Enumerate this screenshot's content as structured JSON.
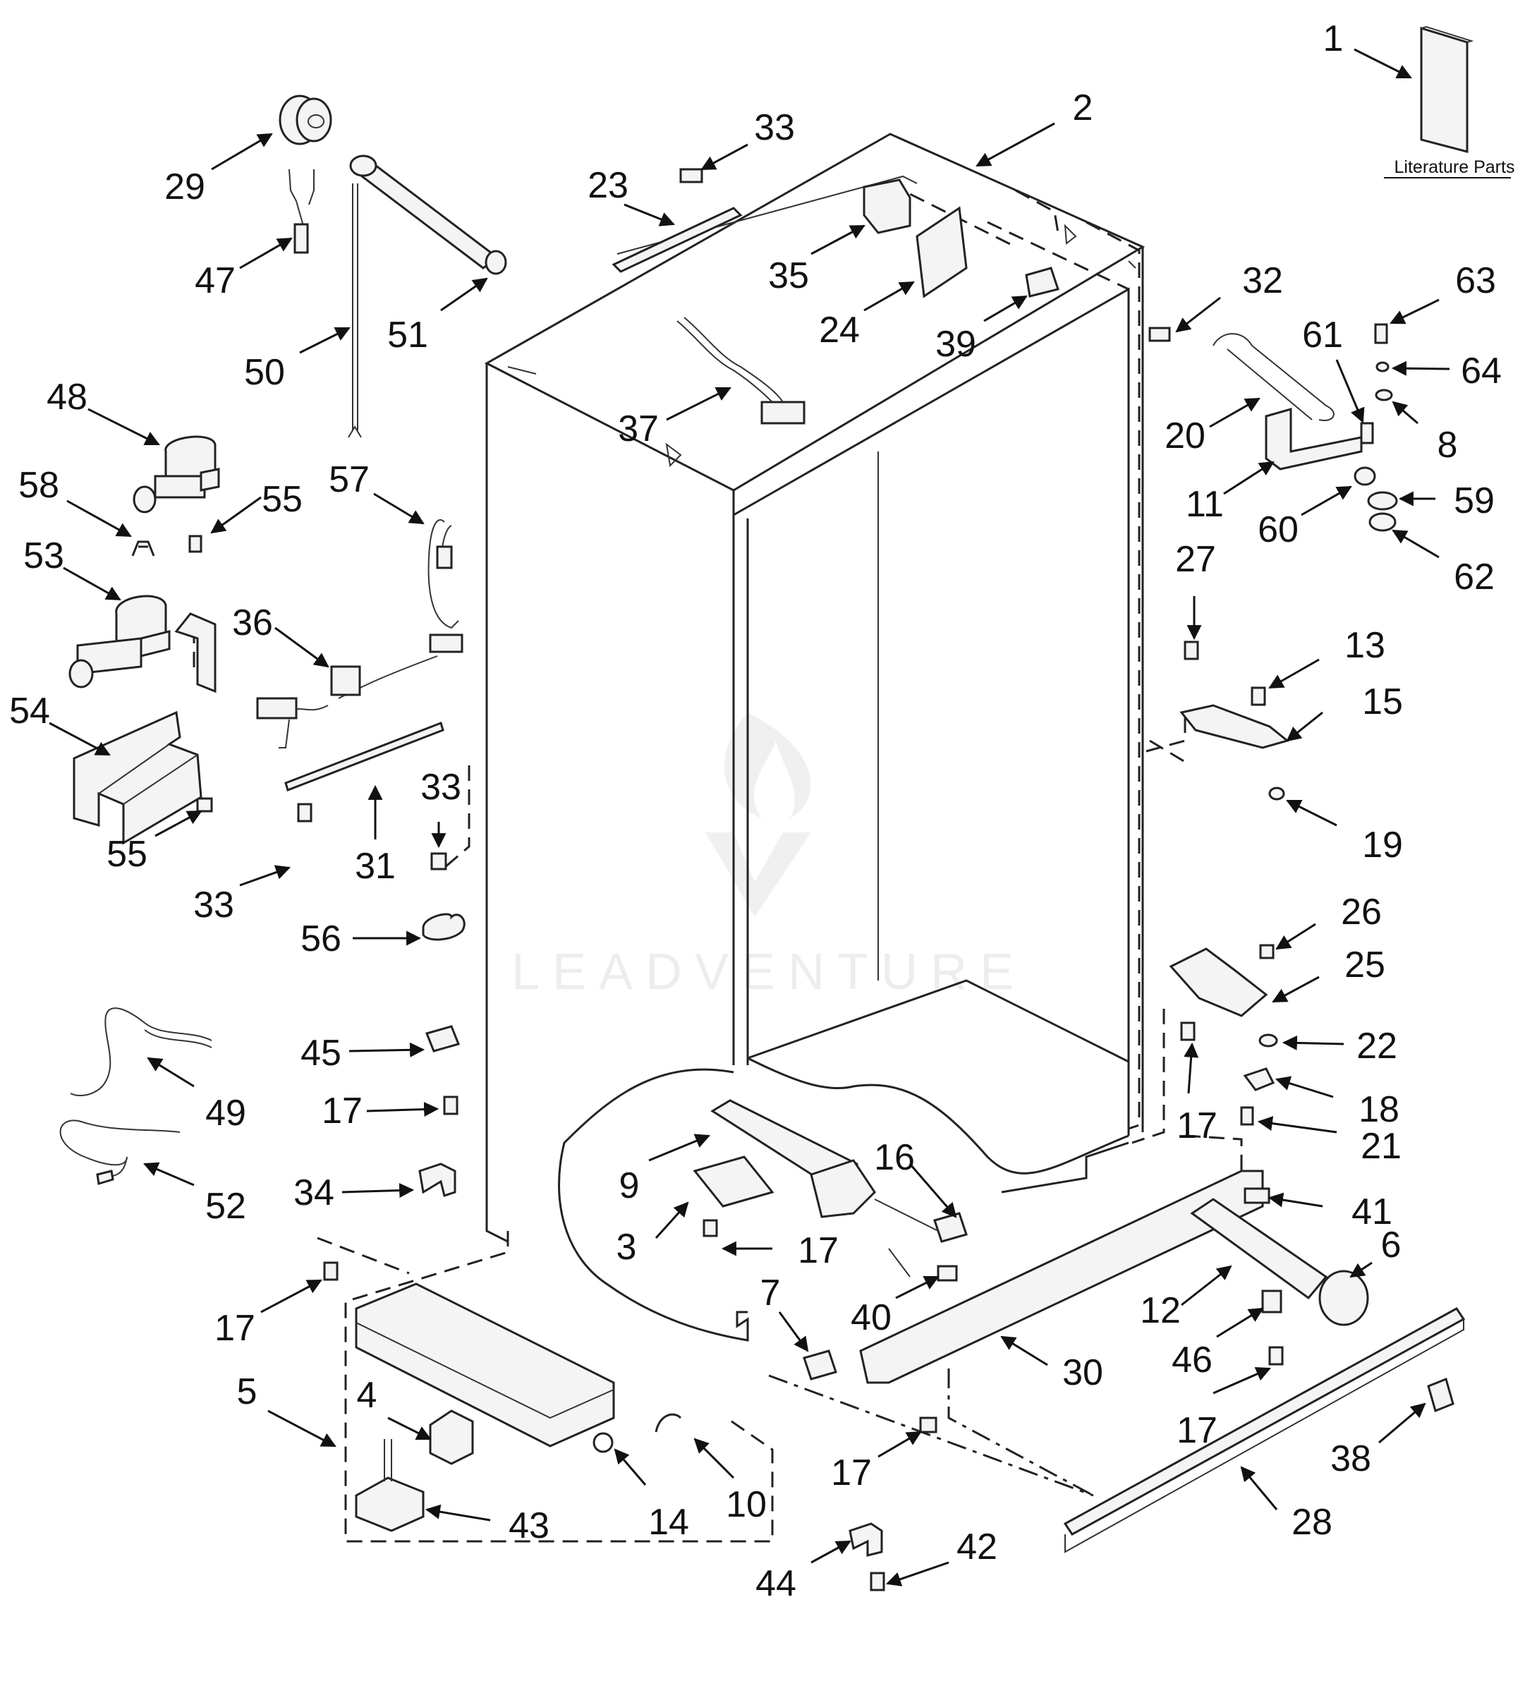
{
  "literature_label": "Literature Parts",
  "watermark": "LEADVENTURE",
  "callouts": [
    "1",
    "2",
    "3",
    "4",
    "5",
    "6",
    "7",
    "8",
    "9",
    "10",
    "11",
    "12",
    "13",
    "14",
    "15",
    "16",
    "17",
    "18",
    "19",
    "20",
    "21",
    "22",
    "23",
    "24",
    "25",
    "26",
    "27",
    "28",
    "29",
    "30",
    "31",
    "32",
    "33",
    "34",
    "35",
    "36",
    "37",
    "38",
    "39",
    "40",
    "41",
    "42",
    "43",
    "44",
    "45",
    "46",
    "47",
    "48",
    "49",
    "50",
    "51",
    "52",
    "53",
    "54",
    "55",
    "56",
    "57",
    "58",
    "59",
    "60",
    "61",
    "62",
    "63",
    "64"
  ]
}
